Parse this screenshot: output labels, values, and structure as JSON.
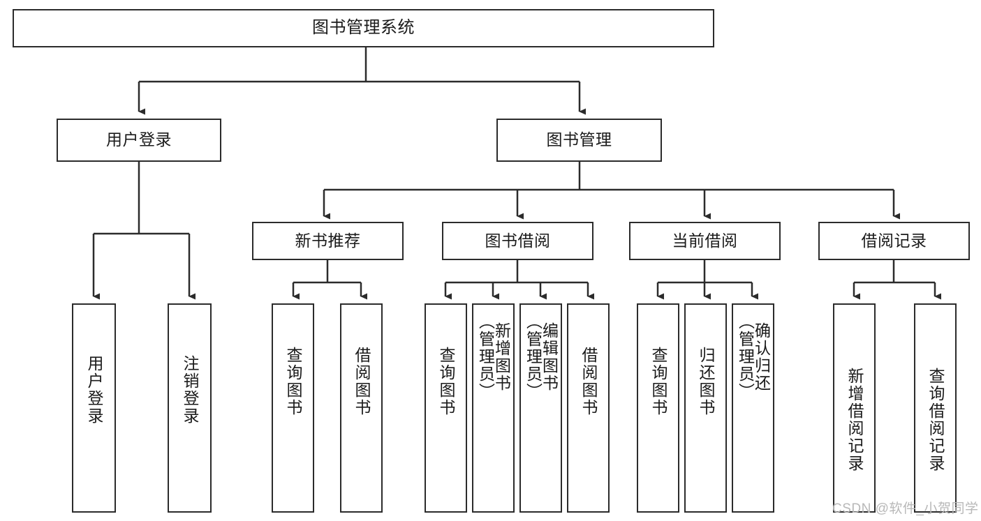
{
  "diagram": {
    "title": "图书管理系统",
    "type": "tree-hierarchy-chart",
    "root": {
      "label": "图书管理系统"
    },
    "level2": [
      {
        "label": "用户登录"
      },
      {
        "label": "图书管理"
      }
    ],
    "level3": [
      {
        "label": "新书推荐"
      },
      {
        "label": "图书借阅"
      },
      {
        "label": "当前借阅"
      },
      {
        "label": "借阅记录"
      }
    ],
    "leaves": {
      "user_login": [
        {
          "label": "用户登录"
        },
        {
          "label": "注销登录"
        }
      ],
      "new_book_recommend": [
        {
          "label": "查询图书"
        },
        {
          "label": "借阅图书"
        }
      ],
      "book_borrow": [
        {
          "label": "查询图书"
        },
        {
          "label": "新增图书\n（管理员）"
        },
        {
          "label": "编辑图书\n（管理员）"
        },
        {
          "label": "借阅图书"
        }
      ],
      "current_borrow": [
        {
          "label": "查询图书"
        },
        {
          "label": "归还图书"
        },
        {
          "label": "确认归还\n（管理员）"
        }
      ],
      "borrow_record": [
        {
          "label": "新增借阅记录"
        },
        {
          "label": "查询借阅记录"
        }
      ]
    }
  },
  "watermark": {
    "text": "CSDN @软件_小贺同学"
  },
  "colors": {
    "border": "#2b2b2b",
    "background": "#ffffff",
    "text": "#1a1a1a",
    "watermark": "#b8b8b8"
  }
}
